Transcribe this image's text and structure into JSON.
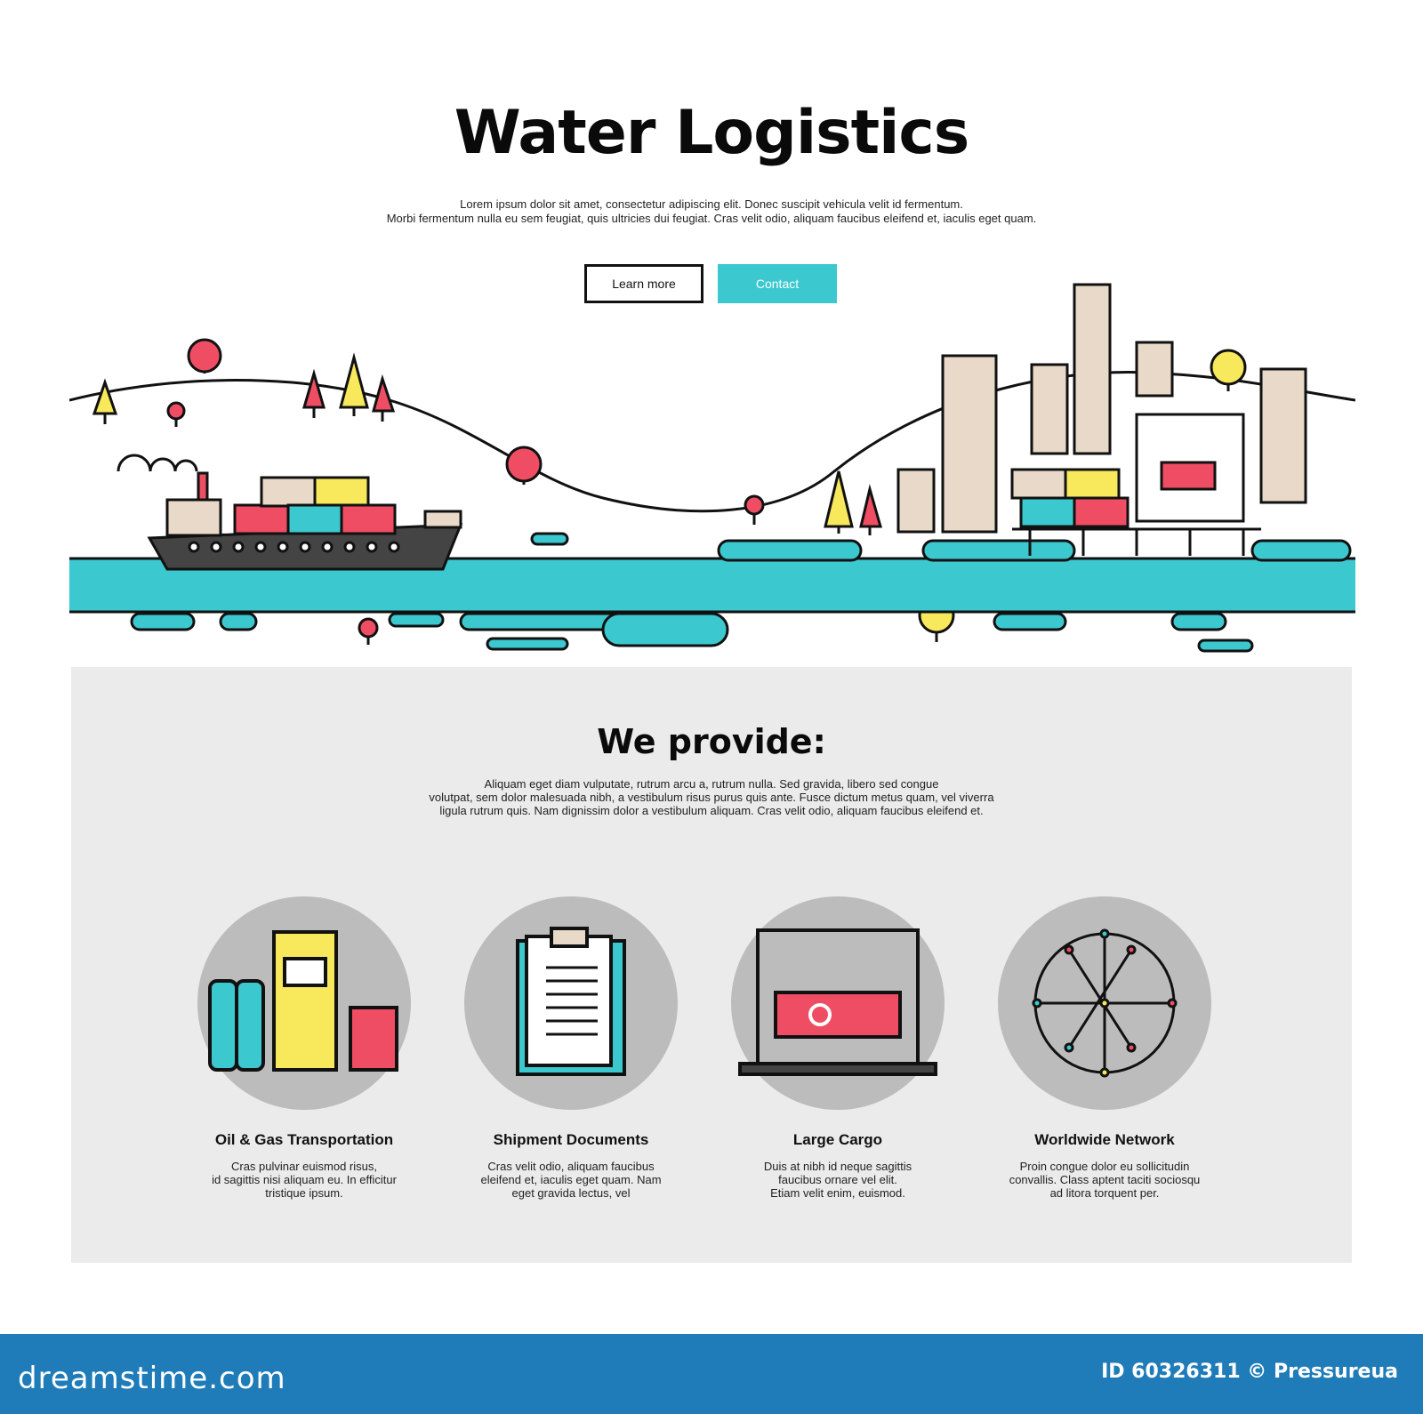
{
  "hero": {
    "title": "Water Logistics",
    "text_line1": "Lorem ipsum dolor sit amet, consectetur adipiscing elit. Donec suscipit vehicula velit id fermentum.",
    "text_line2": "Morbi fermentum nulla eu sem feugiat, quis ultricies dui feugiat. Cras velit odio, aliquam faucibus eleifend et, iaculis eget quam.",
    "learn_more_label": "Learn more",
    "contact_label": "Contact"
  },
  "provide": {
    "title": "We provide:",
    "text_line1": "Aliquam eget diam vulputate, rutrum arcu a, rutrum nulla.  Sed gravida, libero sed congue",
    "text_line2": "volutpat,  sem dolor malesuada nibh, a vestibulum risus purus quis ante. Fusce dictum metus quam, vel viverra",
    "text_line3": "ligula rutrum quis. Nam dignissim dolor a vestibulum aliquam. Cras velit odio, aliquam faucibus eleifend et.",
    "features": [
      {
        "icon": "oil-gas-icon",
        "title": "Oil & Gas Transportation",
        "line1": "Cras pulvinar euismod risus,",
        "line2": "id sagittis nisi aliquam eu. In efficitur",
        "line3": "tristique ipsum."
      },
      {
        "icon": "clipboard-icon",
        "title": "Shipment Documents",
        "line1": "Cras velit odio, aliquam faucibus",
        "line2": "eleifend et, iaculis eget quam. Nam",
        "line3": "eget gravida lectus, vel"
      },
      {
        "icon": "crane-container-icon",
        "title": "Large Cargo",
        "line1": "Duis at nibh id neque sagittis",
        "line2": "faucibus ornare vel elit.",
        "line3": "Etiam velit enim, euismod."
      },
      {
        "icon": "network-globe-icon",
        "title": "Worldwide Network",
        "line1": "Proin congue dolor eu sollicitudin",
        "line2": "convallis. Class aptent taciti sociosqu",
        "line3": "ad litora torquent per."
      }
    ]
  },
  "footer": {
    "logo": "dreamstime.com",
    "id_text": "ID 60326311 © Pressureua"
  },
  "colors": {
    "accent": "#3cc8cf",
    "red": "#ef4d63",
    "yellow": "#f7e85c",
    "beige": "#e8d9c8",
    "panel": "#ebebeb",
    "footer": "#1f7cb8"
  }
}
